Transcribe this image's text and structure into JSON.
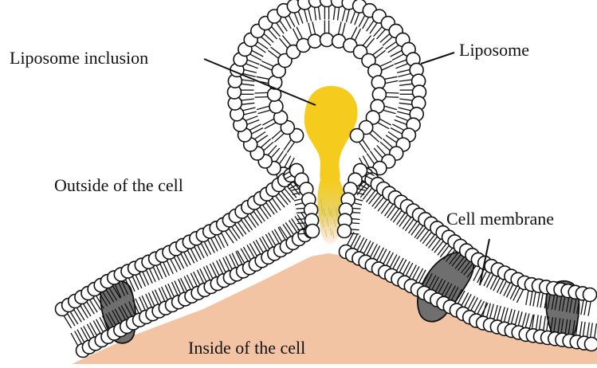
{
  "labels": {
    "liposome_inclusion": "Liposome inclusion",
    "liposome": "Liposome",
    "outside_cell": "Outside of the cell",
    "cell_membrane": "Cell membrane",
    "inside_cell": "Inside of the cell"
  },
  "colors": {
    "cytoplasm": "#f2c4a4",
    "inclusion": "#f5cc1e",
    "protein": "#6f6f6f",
    "lipid_head": "#ffffff",
    "outline": "#111111"
  }
}
